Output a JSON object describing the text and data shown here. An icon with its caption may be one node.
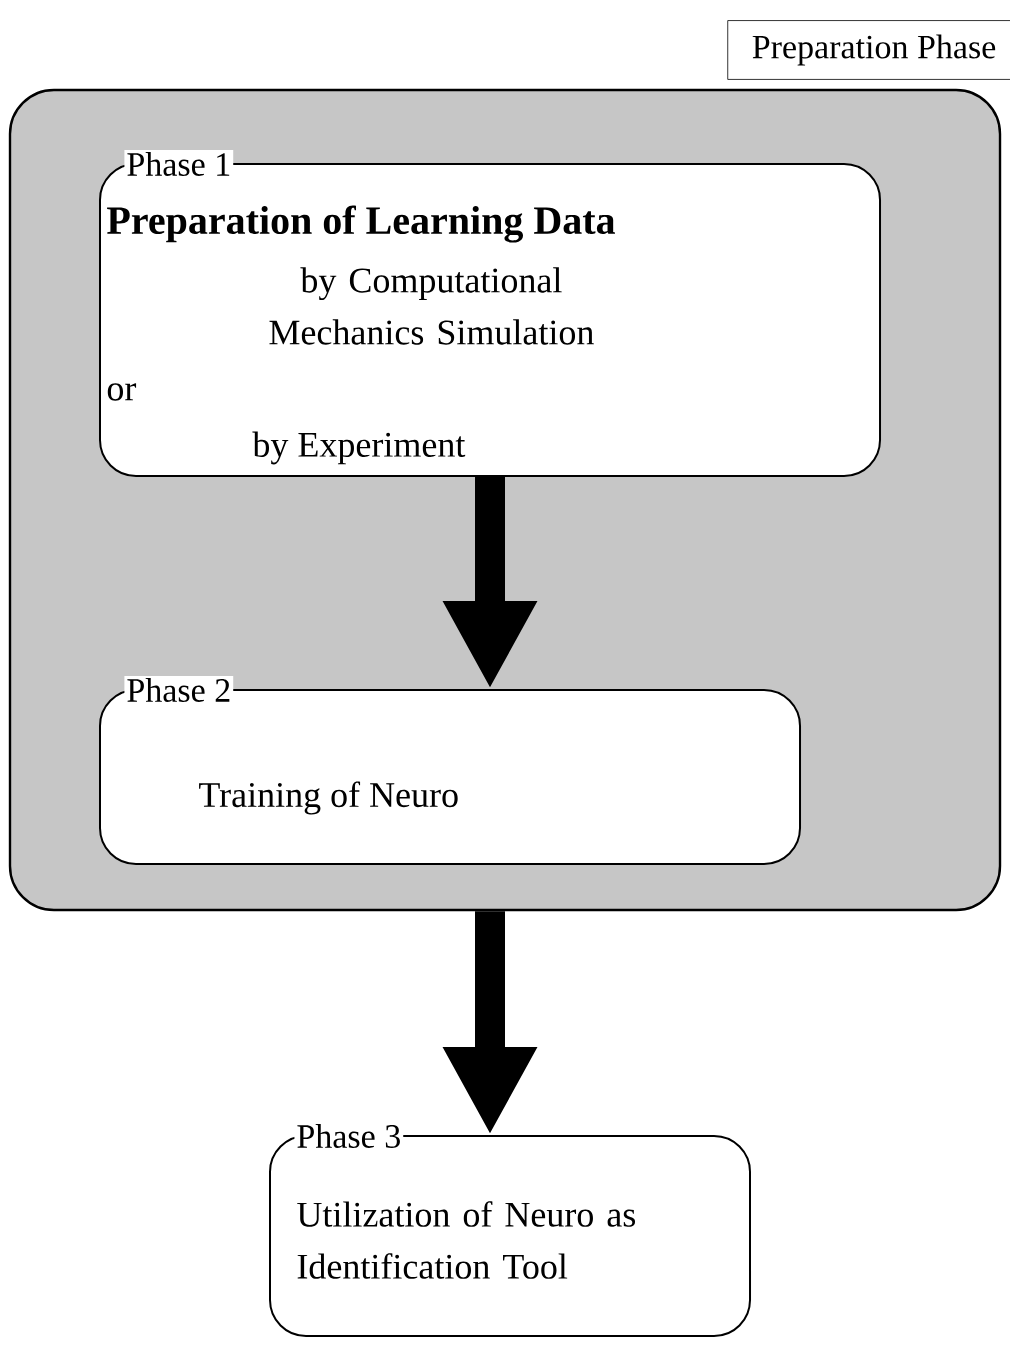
{
  "diagram": {
    "nodes": [
      {
        "text": [
          "Preparation Phase"
        ]
      },
      {
        "text": [
          "Phase 1",
          "Preparation of Learning Data",
          "by Computational Mechanics Simulation",
          "or",
          "by Experiment"
        ],
        "in": 0
      },
      {
        "text": [
          "Phase 2",
          "Training of Neuro"
        ],
        "in": 0
      },
      {
        "text": [
          "Phase 3",
          "Utilization of Neuro as Identification Tool"
        ]
      }
    ],
    "edges": [
      {
        "from": 1,
        "to": 2,
        "arrow": "to"
      },
      {
        "from": 0,
        "to": 3,
        "arrow": "to"
      }
    ]
  }
}
